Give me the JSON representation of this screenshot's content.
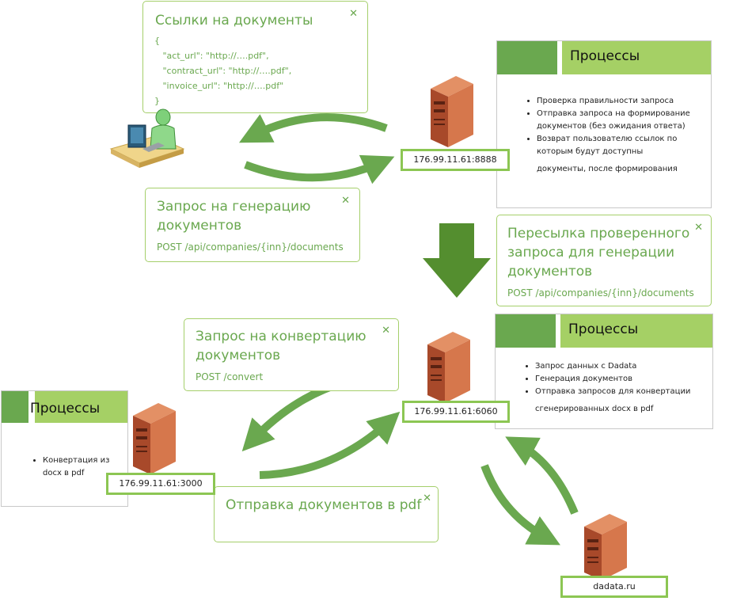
{
  "callouts": {
    "links": {
      "title": "Ссылки на документы",
      "code": "{\n   \"act_url\": \"http://….pdf\",\n   \"contract_url\": \"http://….pdf\",\n   \"invoice_url\": \"http://….pdf\"\n}"
    },
    "gen_request": {
      "title": "Запрос на генерацию\nдокументов",
      "sub": "POST /api/companies/{inn}/documents"
    },
    "forward": {
      "title": "Пересылка проверенного\nзапроса для генерации\nдокументов",
      "sub": "POST /api/companies/{inn}/documents"
    },
    "convert": {
      "title": "Запрос на конвертацию\nдокументов",
      "sub": "POST /convert"
    },
    "send_pdf": {
      "title": "Отправка документов в pdf"
    }
  },
  "panels": {
    "top": {
      "title": "Процессы",
      "items": [
        "Проверка правильности запроса",
        "Отправка запроса на формирование документов (без ожидания ответа)",
        "Возврат пользователю ссылок по которым будут доступны"
      ],
      "continuation": "документы, после формирования"
    },
    "middle": {
      "title": "Процессы",
      "items": [
        "Запрос данных с Dadata",
        "Генерация документов",
        "Отправка запросов для конвертации"
      ],
      "continuation": "сгенерированных docx в pdf"
    },
    "left": {
      "title": "Процессы",
      "items": [
        "Конвертация из docx в pdf"
      ]
    }
  },
  "servers": {
    "s8888": "176.99.11.61:8888",
    "s6060": "176.99.11.61:6060",
    "s3000": "176.99.11.61:3000",
    "dadata": "dadata.ru"
  },
  "icons": {
    "close": "✕",
    "server": "server-icon",
    "user": "user-at-computer-icon"
  },
  "colors": {
    "accent": "#6aa84f",
    "accent_light": "#a5d065",
    "arrow": "#6aa84f",
    "server": "#c9683e"
  }
}
